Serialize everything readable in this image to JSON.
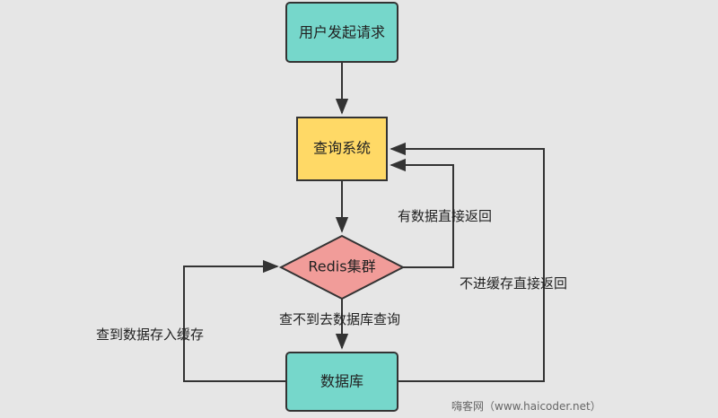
{
  "nodes": {
    "start": "用户发起请求",
    "query": "查询系统",
    "redis": "Redis集群",
    "db": "数据库"
  },
  "edges": {
    "has_data": "有数据直接返回",
    "no_cache": "不进缓存直接返回",
    "miss": "查不到去数据库查询",
    "cache_fill": "查到数据存入缓存"
  },
  "watermark": "嗨客网（www.haicoder.net）",
  "colors": {
    "teal": "#76d7cb",
    "yellow": "#ffd966",
    "pink": "#f19c99",
    "stroke": "#333333",
    "background": "#e6e6e6"
  }
}
